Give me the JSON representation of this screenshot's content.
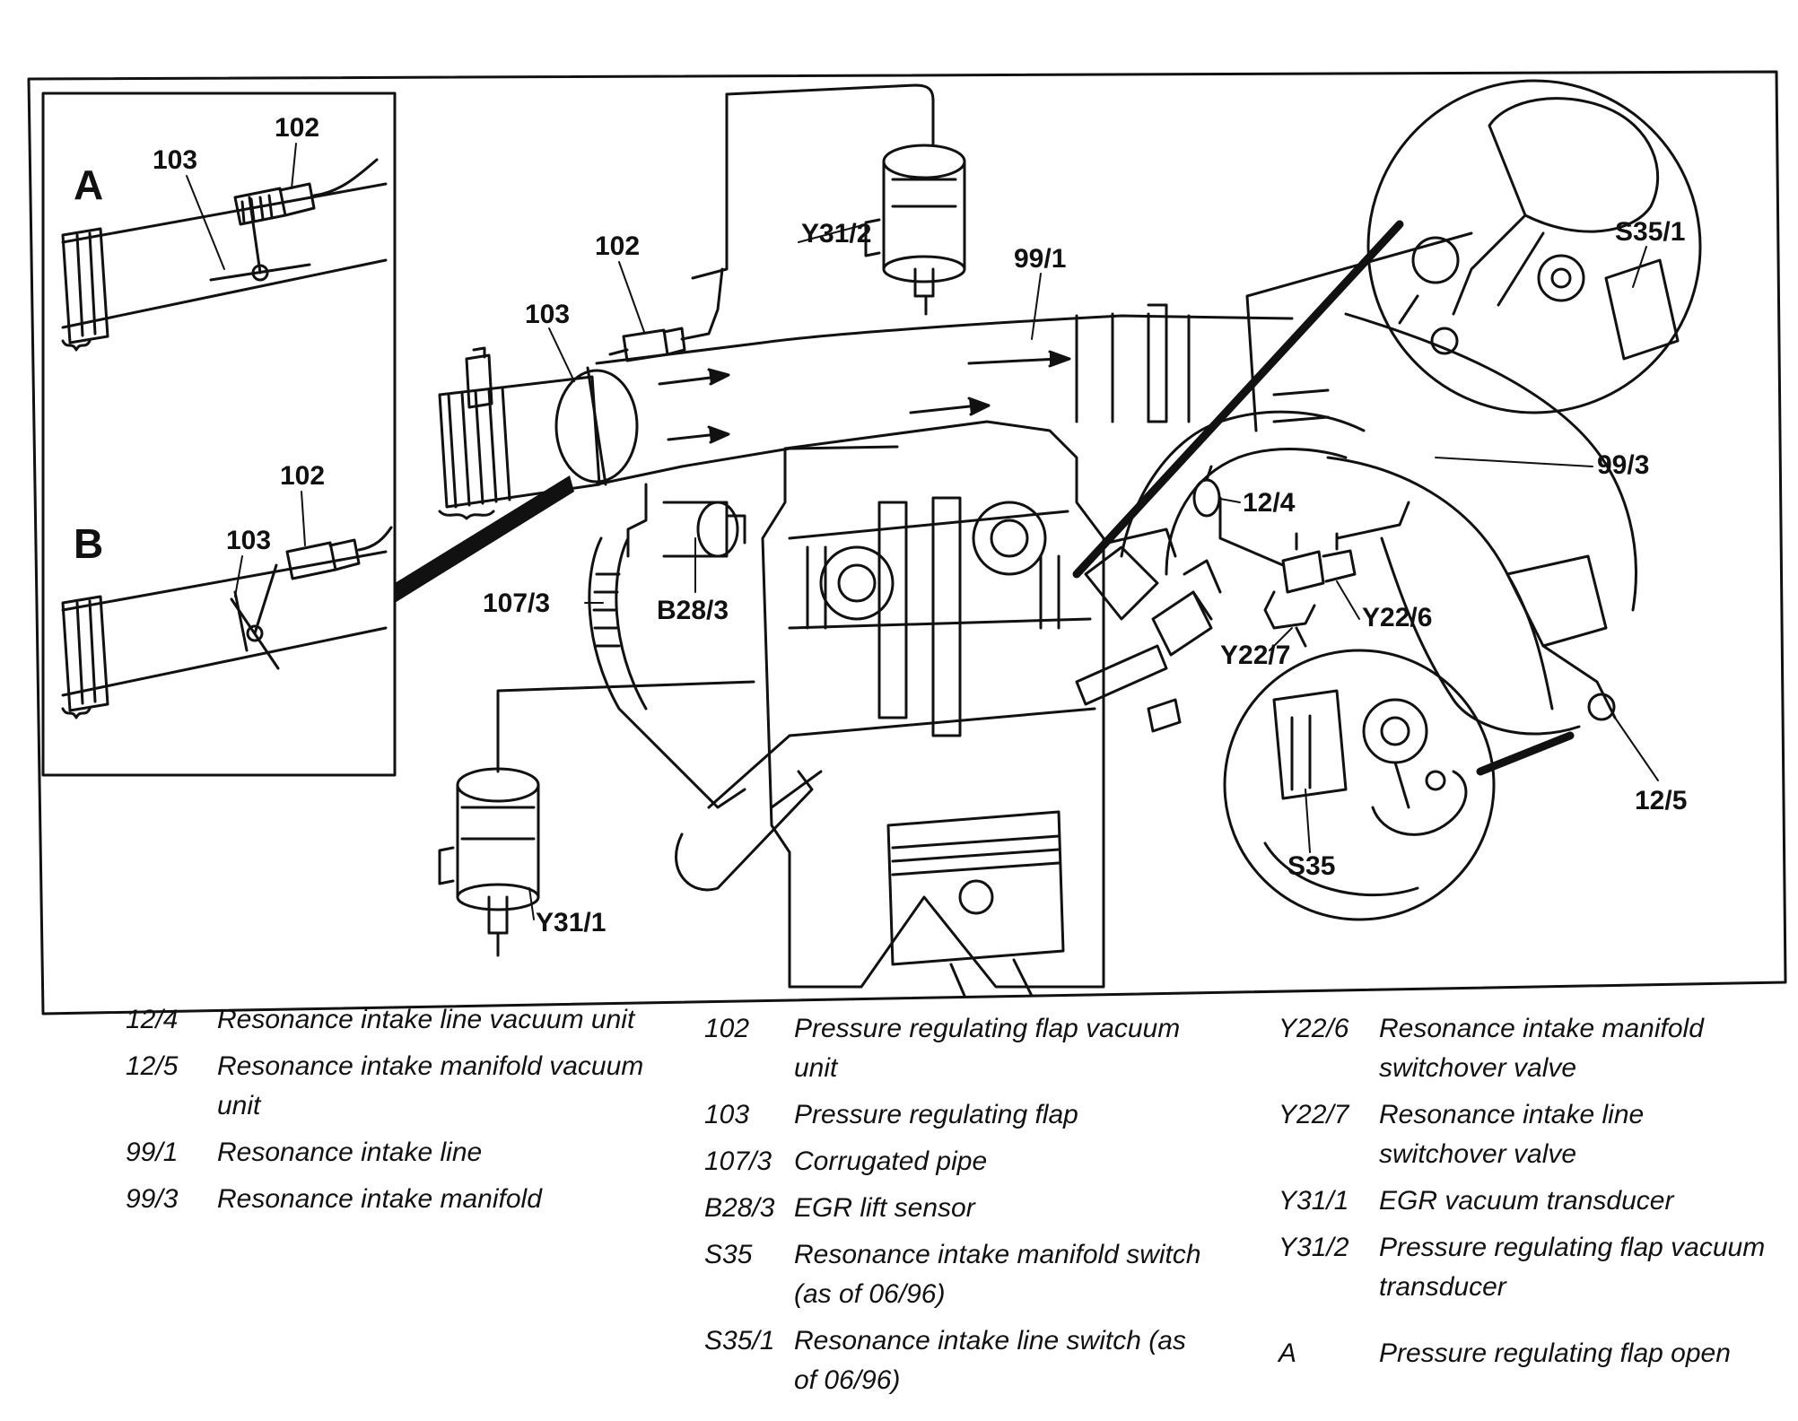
{
  "diagram": {
    "insets": {
      "a": "A",
      "b": "B"
    },
    "labels": {
      "inset_a_103": "103",
      "inset_a_102": "102",
      "inset_b_103": "103",
      "inset_b_102": "102",
      "main_103": "103",
      "main_102": "102",
      "y31_2": "Y31/2",
      "l99_1": "99/1",
      "s35_1": "S35/1",
      "l99_3": "99/3",
      "l12_4": "12/4",
      "y22_6": "Y22/6",
      "y22_7": "Y22/7",
      "l107_3": "107/3",
      "b28_3": "B28/3",
      "l12_5": "12/5",
      "s35": "S35",
      "y31_1": "Y31/1"
    }
  },
  "legend": {
    "col1": [
      {
        "code": "12/4",
        "desc": "Resonance intake line vacuum unit"
      },
      {
        "code": "12/5",
        "desc": "Resonance intake manifold vacuum unit"
      },
      {
        "code": "99/1",
        "desc": "Resonance intake line"
      },
      {
        "code": "99/3",
        "desc": "Resonance intake manifold"
      }
    ],
    "col2": [
      {
        "code": "102",
        "desc": "Pressure regulating flap vacuum unit"
      },
      {
        "code": "103",
        "desc": "Pressure regulating flap"
      },
      {
        "code": "107/3",
        "desc": "Corrugated pipe"
      },
      {
        "code": "B28/3",
        "desc": "EGR lift sensor"
      },
      {
        "code": "S35",
        "desc": "Resonance intake manifold switch (as of 06/96)"
      },
      {
        "code": "S35/1",
        "desc": "Resonance intake line switch (as of 06/96)"
      }
    ],
    "col3": [
      {
        "code": "Y22/6",
        "desc": "Resonance intake manifold switchover valve"
      },
      {
        "code": "Y22/7",
        "desc": "Resonance intake line switchover valve"
      },
      {
        "code": "Y31/1",
        "desc": "EGR vacuum transducer"
      },
      {
        "code": "Y31/2",
        "desc": "Pressure regulating flap vacuum transducer"
      },
      {
        "code": "A",
        "desc": "Pressure regulating flap open"
      }
    ]
  }
}
